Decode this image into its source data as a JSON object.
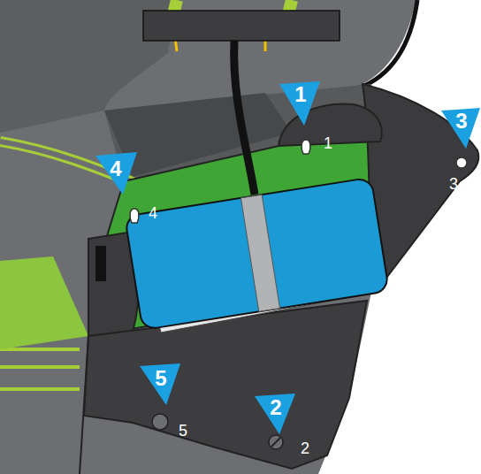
{
  "diagram": {
    "labels": [
      "1",
      "1",
      "3",
      "3",
      "4",
      "4",
      "5",
      "2",
      "5",
      "2"
    ]
  }
}
